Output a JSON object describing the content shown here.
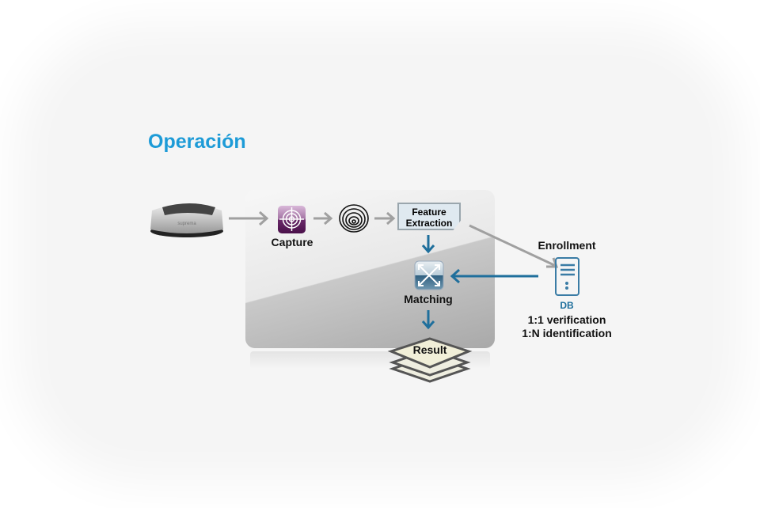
{
  "title": "Operación",
  "device": {
    "brand": "suprema"
  },
  "steps": {
    "capture": "Capture",
    "feature_line1": "Feature",
    "feature_line2": "Extraction",
    "matching": "Matching",
    "result": "Result"
  },
  "enrollment": {
    "label": "Enrollment",
    "db": "DB",
    "verification": "1:1 verification",
    "identification": "1:N identification"
  },
  "colors": {
    "title": "#1d9bd7",
    "blue_arrow": "#1f6f9c",
    "gray_arrow": "#a0a0a0"
  }
}
